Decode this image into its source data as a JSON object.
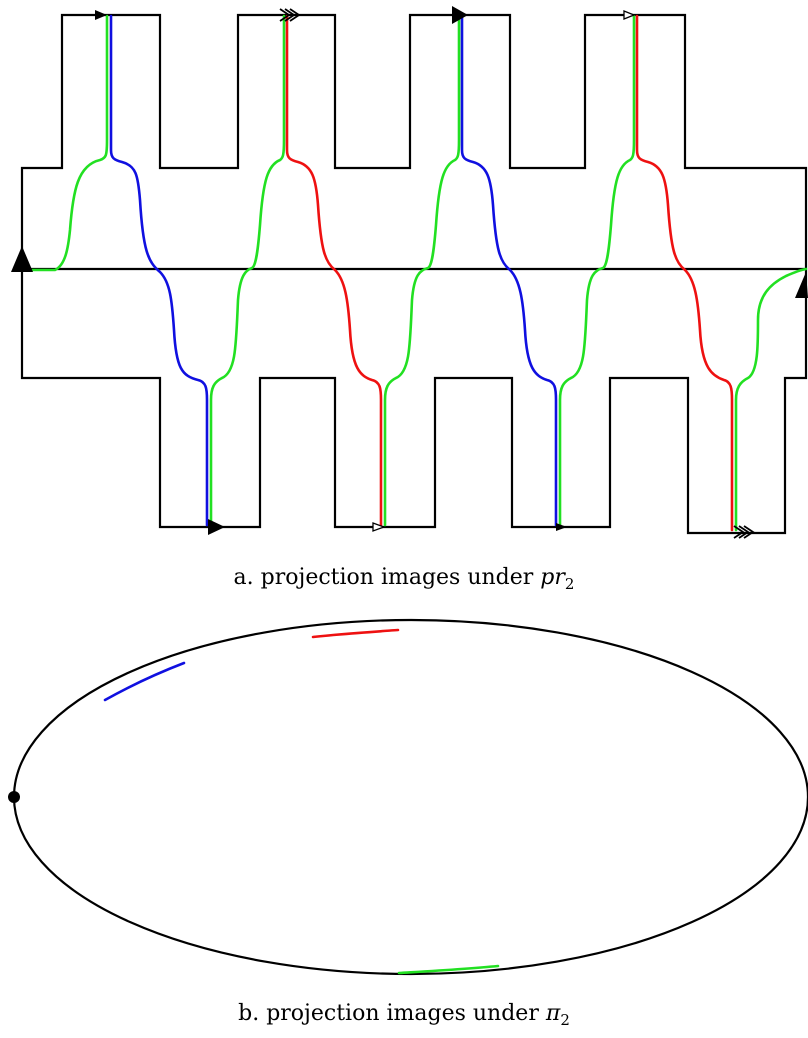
{
  "colors": {
    "outline": "#000000",
    "blue": "#1010e0",
    "green": "#22e022",
    "red": "#ee1111"
  },
  "panel_a": {
    "caption_text": "a. projection images under ",
    "caption_symbol": "pr",
    "caption_subscript": "2"
  },
  "panel_b": {
    "caption_text": "b. projection images under ",
    "caption_symbol": "π",
    "caption_subscript": "2"
  }
}
